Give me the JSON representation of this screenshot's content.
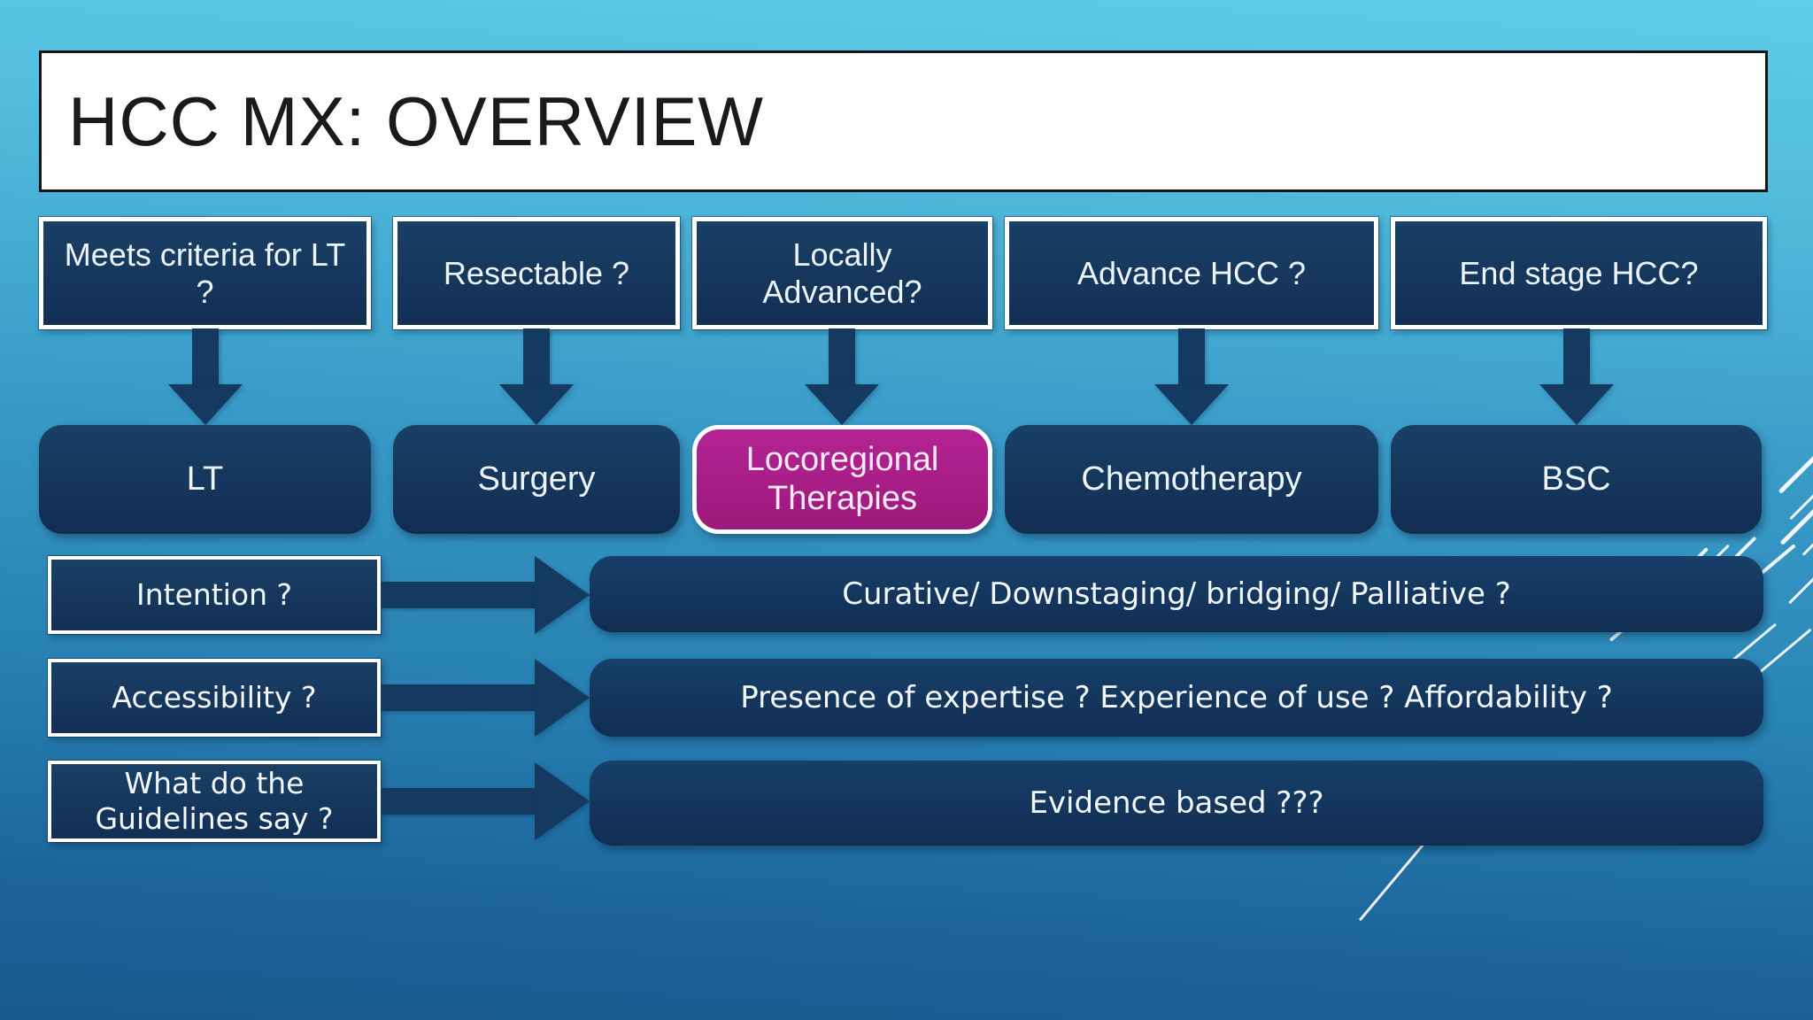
{
  "slide": {
    "title": "HCC MX: OVERVIEW",
    "flow_columns": [
      {
        "question": "Meets criteria for LT ?",
        "treatment": "LT"
      },
      {
        "question": "Resectable ?",
        "treatment": "Surgery"
      },
      {
        "question": "Locally Advanced?",
        "treatment": "Locoregional Therapies"
      },
      {
        "question": "Advance HCC ?",
        "treatment": "Chemotherapy"
      },
      {
        "question": "End stage HCC?",
        "treatment": "BSC"
      }
    ],
    "consideration_rows": [
      {
        "label": "Intention ?",
        "detail": "Curative/ Downstaging/ bridging/ Palliative ?"
      },
      {
        "label": "Accessibility ?",
        "detail": "Presence of expertise ? Experience of use ? Affordability ?"
      },
      {
        "label": "What do the Guidelines say ?",
        "detail": "Evidence based ???"
      }
    ],
    "colors": {
      "background_top": "#5ecde9",
      "background_bottom": "#175a8e",
      "box_navy": "#143660",
      "highlight_magenta": "#ad1d88",
      "box_border_white": "#ffffff",
      "title_text": "#1a1a1a",
      "box_text": "#ffffff"
    }
  }
}
